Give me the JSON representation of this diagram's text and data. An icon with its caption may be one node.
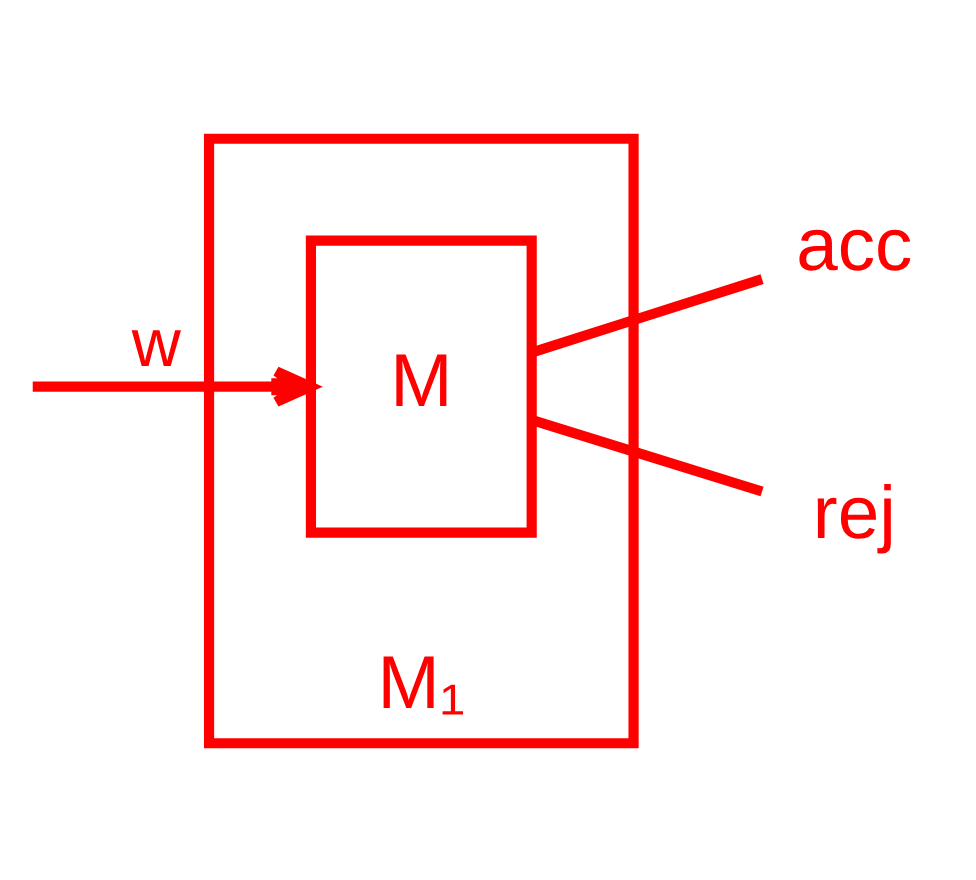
{
  "diagram": {
    "nodes": [
      {
        "text": [
          "M₁"
        ]
      },
      {
        "text": [
          "M"
        ],
        "in": 0
      },
      {
        "text": [
          "acc"
        ]
      },
      {
        "text": [
          "rej"
        ]
      }
    ],
    "edges": [
      {
        "from": null,
        "to": 1,
        "arrow": "to",
        "label": "w"
      },
      {
        "from": 1,
        "to": 2,
        "arrow": "none"
      },
      {
        "from": 1,
        "to": 3,
        "arrow": "none"
      }
    ]
  }
}
